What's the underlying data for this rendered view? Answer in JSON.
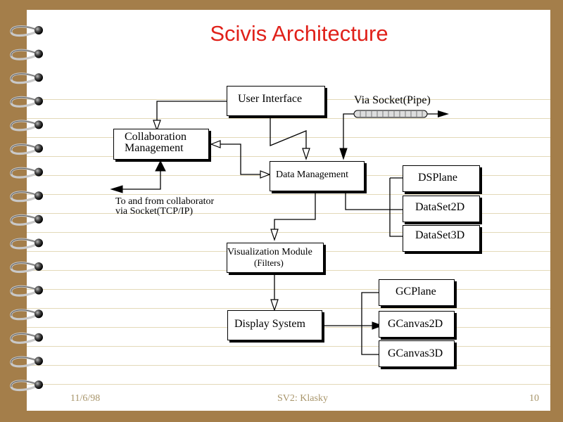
{
  "title": "Scivis Architecture",
  "boxes": {
    "user_interface": "User Interface",
    "collaboration_management": [
      "Collaboration",
      "Management"
    ],
    "data_management": "Data Management",
    "visualization_module": [
      "Visualization Module",
      "(Filters)"
    ],
    "display_system": "Display System",
    "dsplane": "DSPlane",
    "dataset2d": "DataSet2D",
    "dataset3d": "DataSet3D",
    "gcplane": "GCPlane",
    "gcanvas2d": "GCanvas2D",
    "gcanvas3d": "GCanvas3D"
  },
  "labels": {
    "via_socket_pipe": "Via Socket(Pipe)",
    "collaborator_note": [
      "To and from collaborator",
      "via Socket(TCP/IP)"
    ]
  },
  "footer": {
    "date": "11/6/98",
    "center": "SV2: Klasky",
    "page": "10"
  },
  "colors": {
    "title": "#e0211a",
    "background": "#a47e4a",
    "footer_text": "#a8956a"
  }
}
